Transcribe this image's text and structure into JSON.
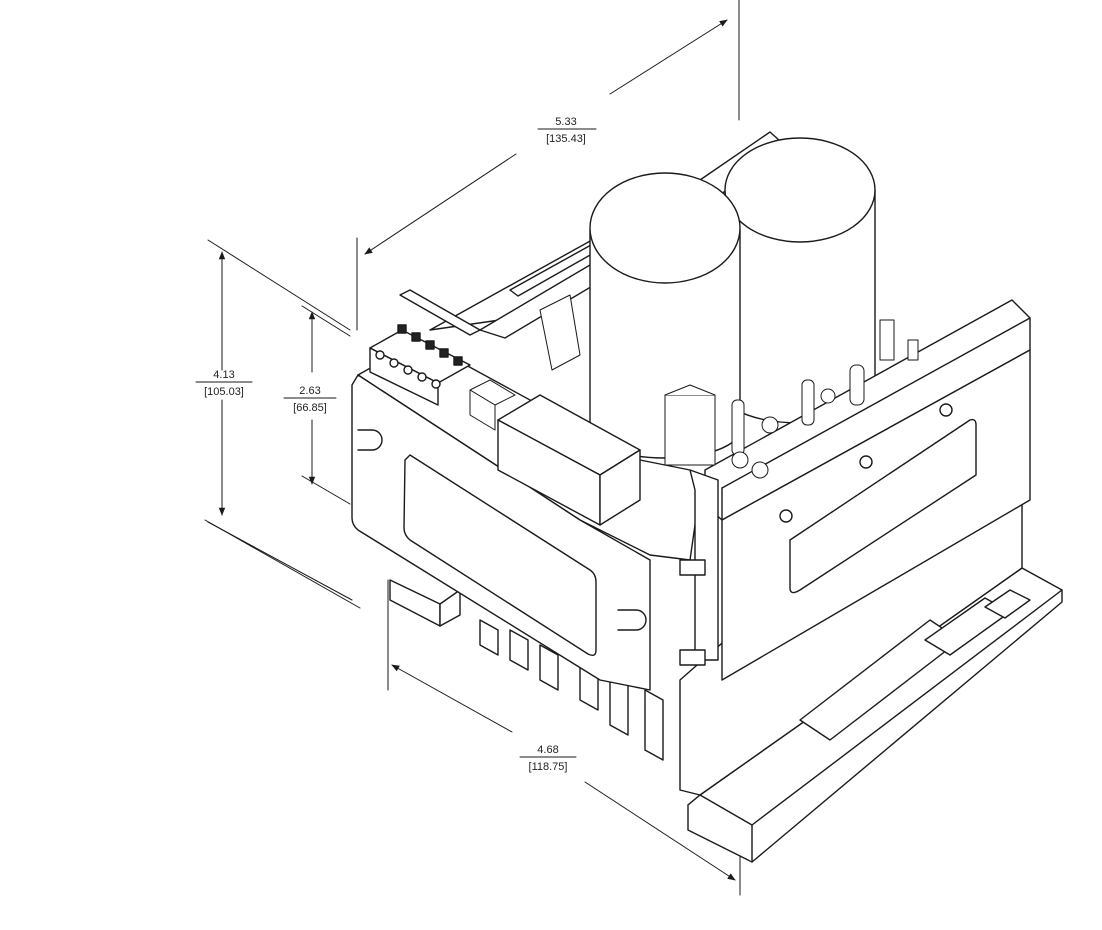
{
  "dimensions": {
    "length": {
      "inches": "5.33",
      "mm": "[135.43]"
    },
    "height_total": {
      "inches": "4.13",
      "mm": "[105.03]"
    },
    "height_inner": {
      "inches": "2.63",
      "mm": "[66.85]"
    },
    "width": {
      "inches": "4.68",
      "mm": "[118.75]"
    }
  },
  "colors": {
    "line": "#1a1a1a",
    "background": "#ffffff",
    "slot_shading": "#222222"
  }
}
